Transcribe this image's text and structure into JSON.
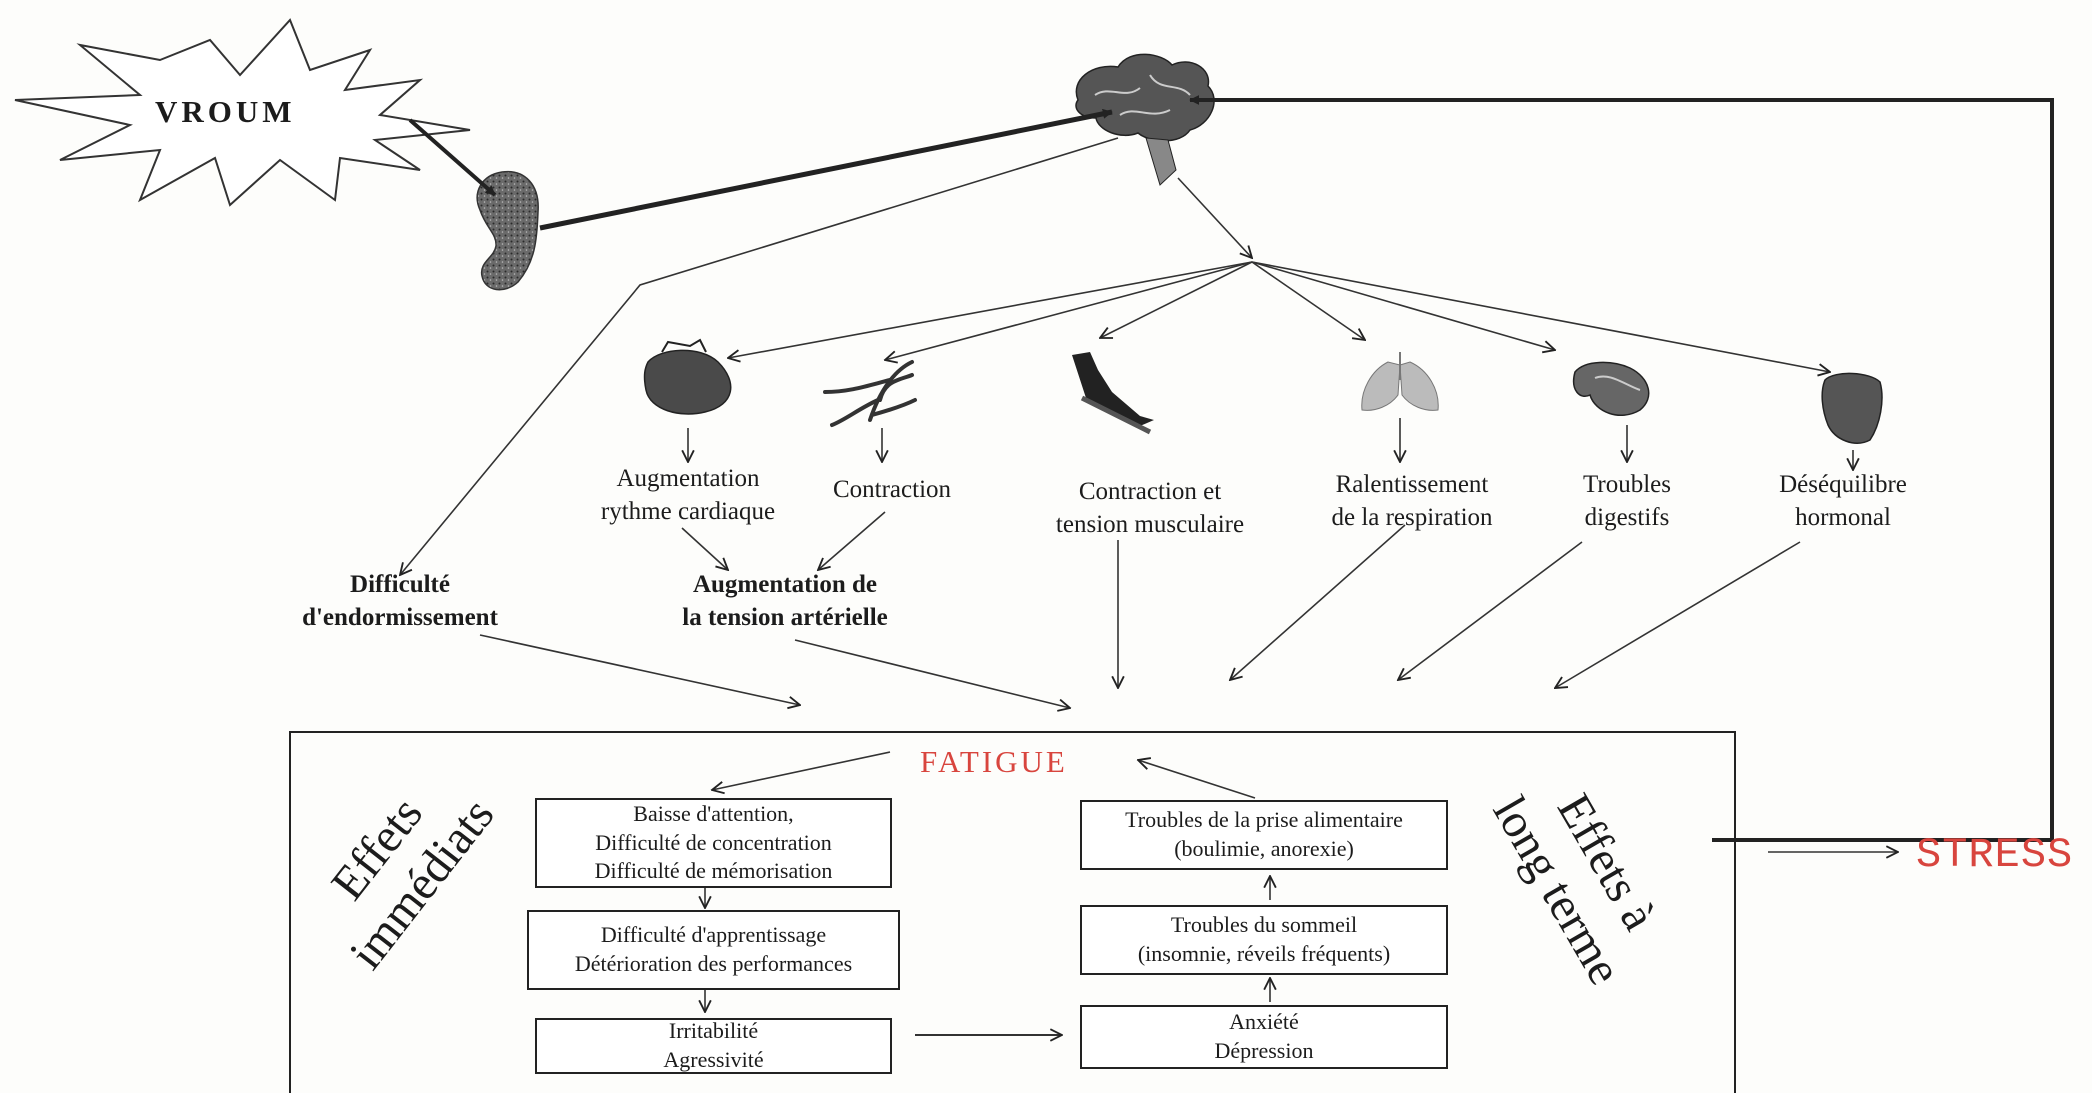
{
  "burst_label": "VROUM",
  "stress_label": "STRESS",
  "fatigue_label": "FATIGUE",
  "effects": {
    "immediate": [
      "Effets",
      "immédiats"
    ],
    "long_term": [
      "Effets à",
      "long terme"
    ]
  },
  "organ_effects": [
    {
      "line1": "Augmentation",
      "line2": "rythme cardiaque",
      "icon": "heart-icon"
    },
    {
      "line1": "Contraction",
      "line2": "",
      "icon": "blood-vessels-icon"
    },
    {
      "line1": "Contraction et",
      "line2": "tension musculaire",
      "icon": "muscle-icon"
    },
    {
      "line1": "Ralentissement",
      "line2": "de la respiration",
      "icon": "lungs-icon"
    },
    {
      "line1": "Troubles",
      "line2": "digestifs",
      "icon": "stomach-icon"
    },
    {
      "line1": "Déséquilibre",
      "line2": "hormonal",
      "icon": "gland-icon"
    }
  ],
  "secondary": {
    "sleep_difficulty": {
      "line1": "Difficulté",
      "line2": "d'endormissement"
    },
    "blood_pressure": {
      "line1": "Augmentation de",
      "line2": "la tension artérielle"
    }
  },
  "immediate_boxes": [
    {
      "lines": [
        "Baisse d'attention,",
        "Difficulté de concentration",
        "Difficulté de mémorisation"
      ]
    },
    {
      "lines": [
        "Difficulté d'apprentissage",
        "Détérioration des performances"
      ]
    },
    {
      "lines": [
        "Irritabilité",
        "Agressivité"
      ]
    }
  ],
  "long_term_boxes": [
    {
      "lines": [
        "Troubles de la prise alimentaire",
        "(boulimie, anorexie)"
      ]
    },
    {
      "lines": [
        "Troubles du sommeil",
        "(insomnie, réveils fréquents)"
      ]
    },
    {
      "lines": [
        "Anxiété",
        "Dépression"
      ]
    }
  ],
  "colors": {
    "accent_red": "#d8453e",
    "ink": "#1c1c1c",
    "organ_fill": "#5a5a5a"
  }
}
